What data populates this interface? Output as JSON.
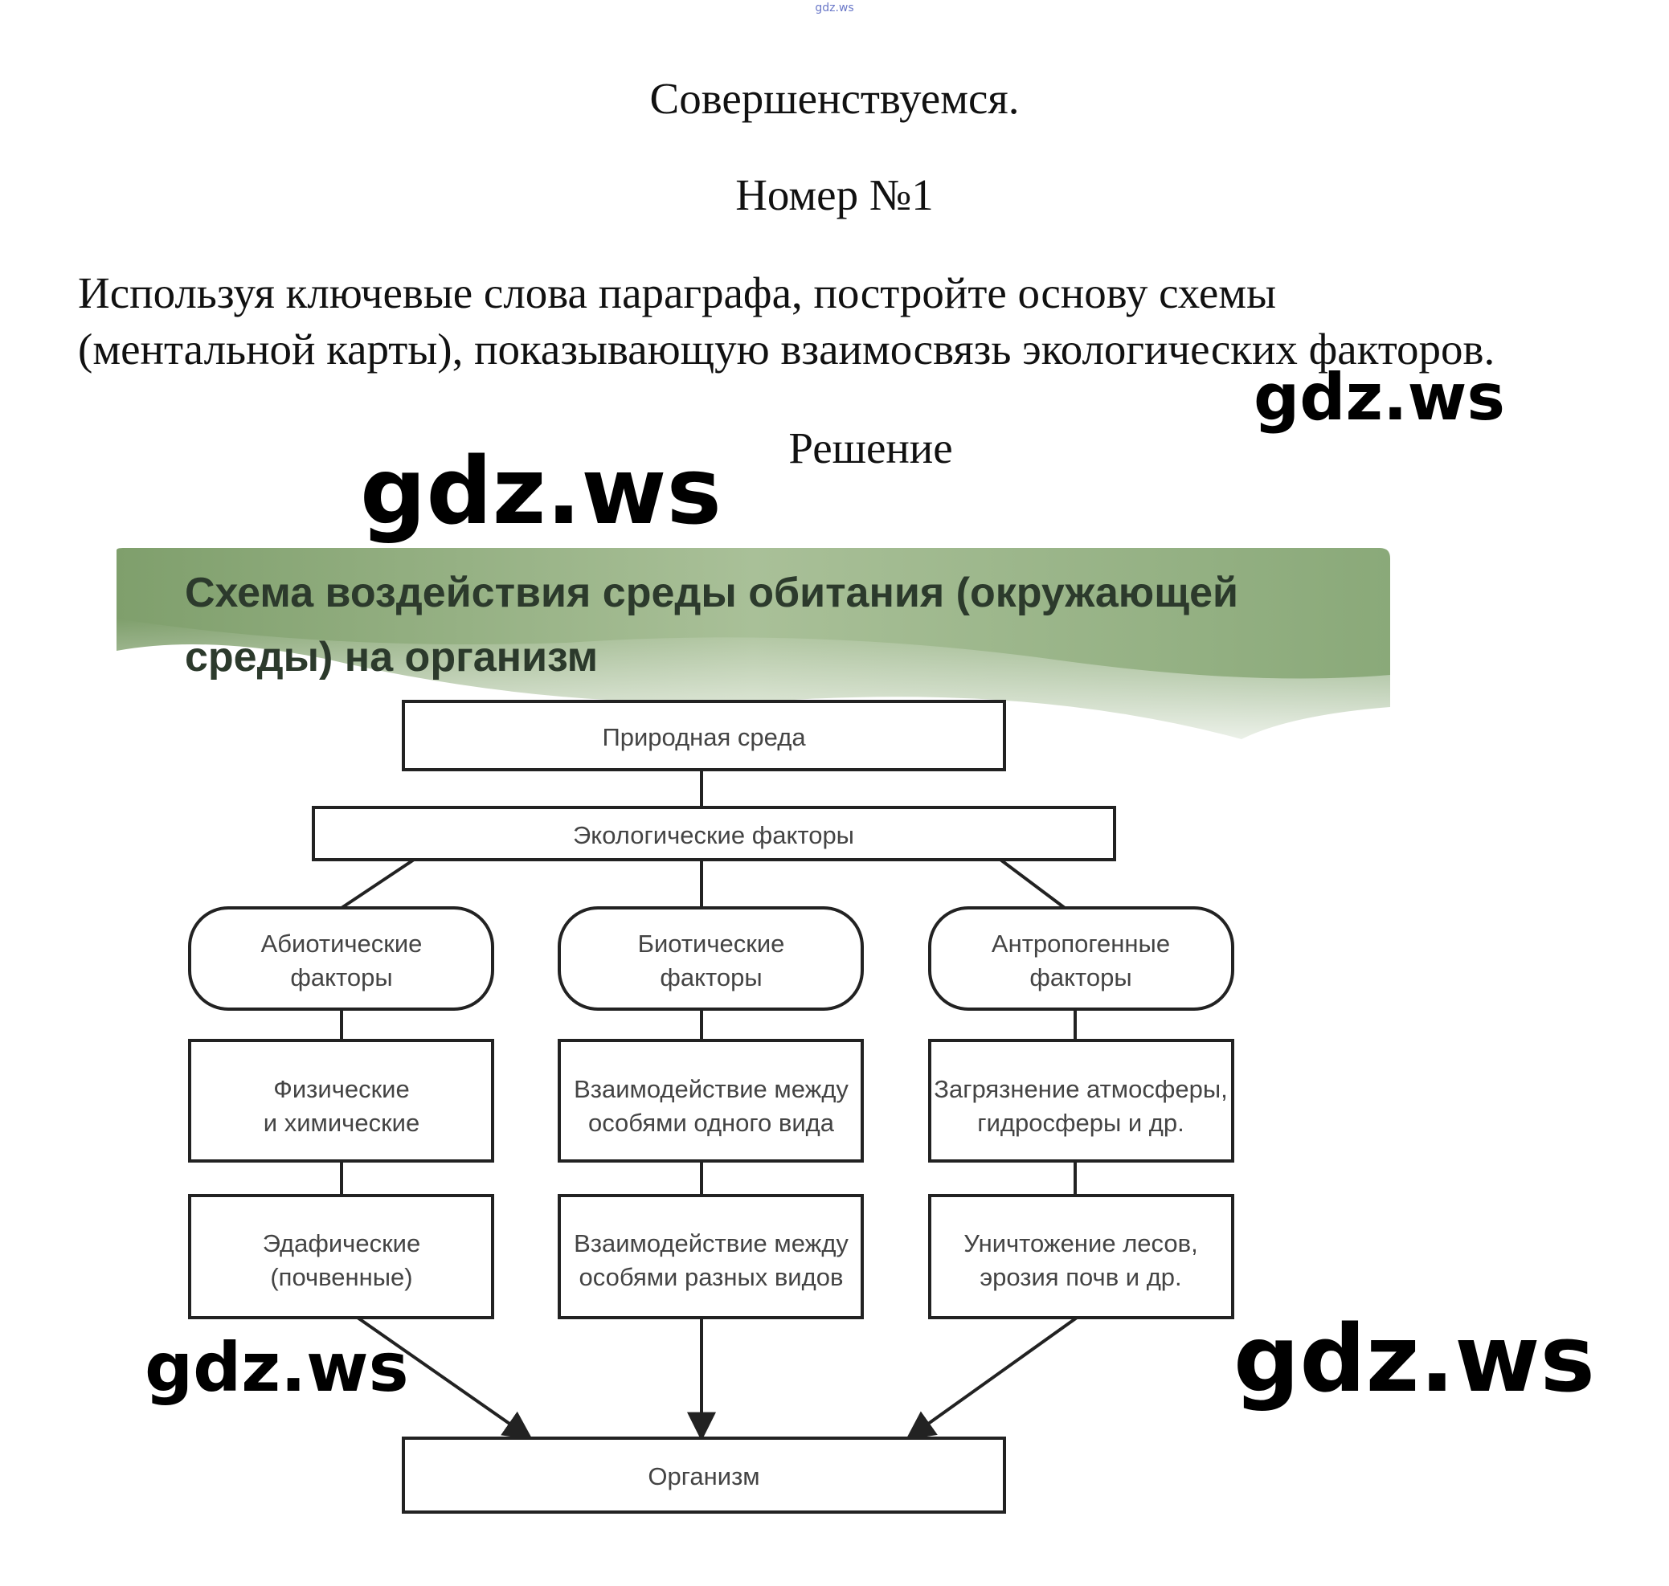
{
  "top_mark": "gdz.ws",
  "heading": "Совершенствуемся.",
  "number": "Номер №1",
  "task": {
    "line1": "Используя ключевые слова параграфа, постройте основу схемы",
    "line2": "(ментальной карты), показывающую взаимосвязь экологических факторов."
  },
  "solution_label": "Решение",
  "watermark": "gdz.ws",
  "diagram": {
    "title_line1": "Схема воздействия среды обитания (окружающей",
    "title_line2": "среды) на организм",
    "banner_color": "#8aa979",
    "nodes": {
      "nature": "Природная среда",
      "eco_factors": "Экологические факторы",
      "abiotic_1": "Абиотические",
      "abiotic_2": "факторы",
      "biotic_1": "Биотические",
      "biotic_2": "факторы",
      "anthro_1": "Антропогенные",
      "anthro_2": "факторы",
      "phys_1": "Физические",
      "phys_2": "и химические",
      "same_1": "Взаимодействие между",
      "same_2": "особями одного вида",
      "pollution_1": "Загрязнение атмосферы,",
      "pollution_2": "гидросферы и др.",
      "edaphic_1": "Эдафические",
      "edaphic_2": "(почвенные)",
      "diff_1": "Взаимодействие между",
      "diff_2": "особями разных видов",
      "forest_1": "Уничтожение лесов,",
      "forest_2": "эрозия почв и др.",
      "organism": "Организм"
    }
  }
}
